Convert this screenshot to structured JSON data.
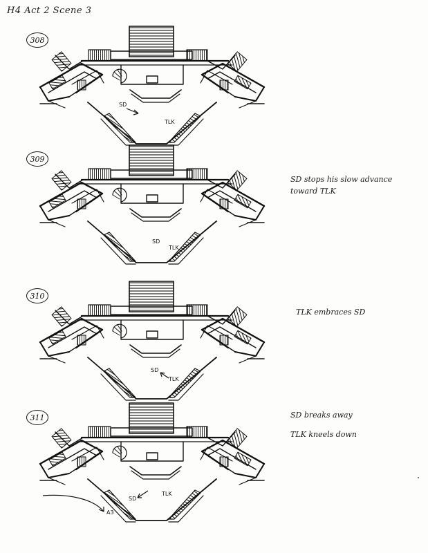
{
  "header": "H4  Act 2 Scene 3",
  "panels": [
    {
      "number": "308",
      "labels": [
        "SD",
        "TLK"
      ],
      "notes": []
    },
    {
      "number": "309",
      "labels": [
        "SD",
        "TLK"
      ],
      "notes": [
        "SD stops his slow advance",
        "toward TLK"
      ]
    },
    {
      "number": "310",
      "labels": [
        "SD",
        "TLK"
      ],
      "notes": [
        "TLK embraces SD"
      ]
    },
    {
      "number": "311",
      "labels": [
        "SD",
        "TLK",
        "A3"
      ],
      "notes": [
        "SD breaks away",
        "TLK kneels down"
      ]
    }
  ]
}
